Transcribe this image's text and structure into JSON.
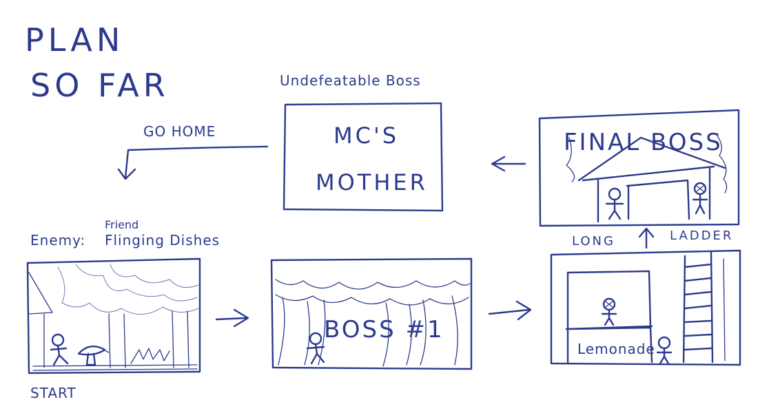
{
  "title": {
    "line1": "PLAN",
    "line2": "SO FAR"
  },
  "go_home": {
    "label": "GO HOME"
  },
  "undefeatable_boss": {
    "caption": "Undefeatable Boss",
    "line1": "MC'S",
    "line2": "MOTHER"
  },
  "final_boss": {
    "label": "FINAL BOSS"
  },
  "start_panel": {
    "enemy_label": "Enemy:",
    "friend_label": "Friend",
    "enemy_desc": "Flinging Dishes",
    "start_label": "START"
  },
  "boss1_panel": {
    "label": "BOSS #1"
  },
  "lemonade_panel": {
    "sign": "Lemonade",
    "ladder_left": "LONG",
    "ladder_right": "LADDER"
  },
  "colors": {
    "ink": "#2b3a8c",
    "paper": "#ffffff"
  }
}
